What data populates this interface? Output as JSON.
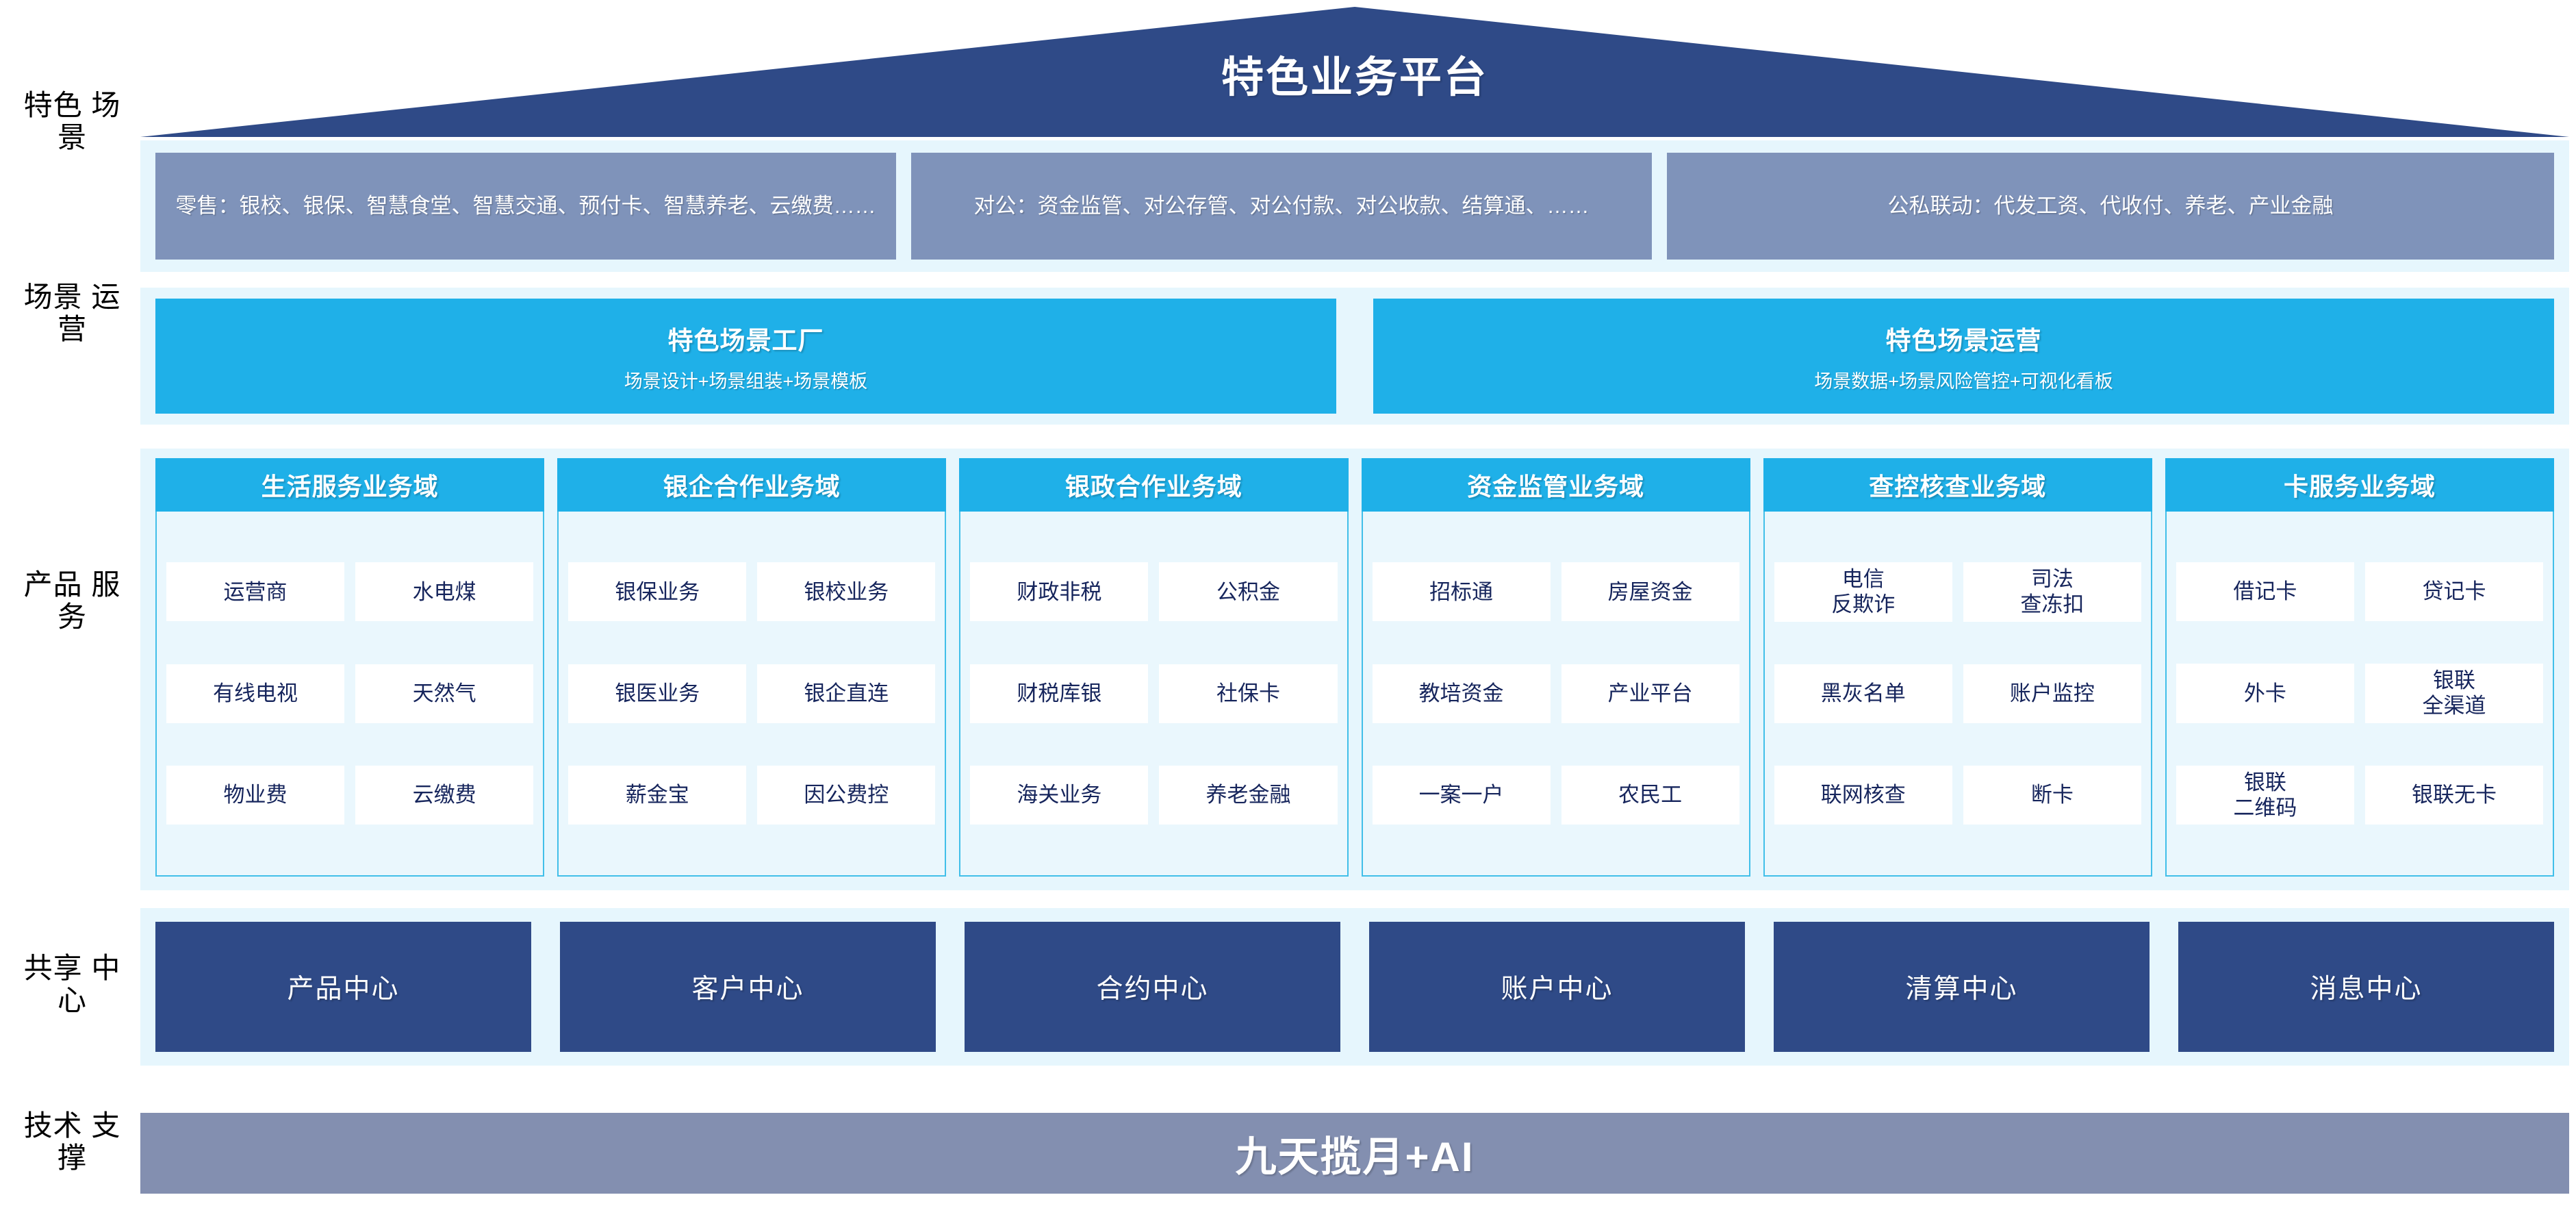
{
  "header": {
    "title": "特色业务平台"
  },
  "rail_labels": [
    {
      "key": "scenarios",
      "text": "特色\n场景"
    },
    {
      "key": "operations",
      "text": "场景\n运营"
    },
    {
      "key": "products",
      "text": "产品\n服务"
    },
    {
      "key": "shared",
      "text": "共享\n中心"
    },
    {
      "key": "technology",
      "text": "技术\n支撑"
    }
  ],
  "scenarios": {
    "boxes": [
      {
        "name": "retail",
        "text": "零售：银校、银保、智慧食堂、智慧交通、预付卡、智慧养老、云缴费……"
      },
      {
        "name": "corporate",
        "text": "对公：资金监管、对公存管、对公付款、对公收款、结算通、……"
      },
      {
        "name": "public-private",
        "text": "公私联动：代发工资、代收付、养老、产业金融"
      }
    ]
  },
  "operations": {
    "boxes": [
      {
        "name": "scenario-factory",
        "title": "特色场景工厂",
        "subtitle": "场景设计+场景组装+场景模板"
      },
      {
        "name": "scenario-operation",
        "title": "特色场景运营",
        "subtitle": "场景数据+场景风险管控+可视化看板"
      }
    ]
  },
  "products": {
    "columns": [
      {
        "name": "life-service",
        "title": "生活服务业务域",
        "rows": [
          [
            "运营商",
            "水电煤"
          ],
          [
            "有线电视",
            "天然气"
          ],
          [
            "物业费",
            "云缴费"
          ]
        ]
      },
      {
        "name": "bank-enterprise",
        "title": "银企合作业务域",
        "rows": [
          [
            "银保业务",
            "银校业务"
          ],
          [
            "银医业务",
            "银企直连"
          ],
          [
            "薪金宝",
            "因公费控"
          ]
        ]
      },
      {
        "name": "bank-government",
        "title": "银政合作业务域",
        "rows": [
          [
            "财政非税",
            "公积金"
          ],
          [
            "财税库银",
            "社保卡"
          ],
          [
            "海关业务",
            "养老金融"
          ]
        ]
      },
      {
        "name": "fund-supervision",
        "title": "资金监管业务域",
        "rows": [
          [
            "招标通",
            "房屋资金"
          ],
          [
            "教培资金",
            "产业平台"
          ],
          [
            "一案一户",
            "农民工"
          ]
        ]
      },
      {
        "name": "investigation-control",
        "title": "查控核查业务域",
        "rows": [
          [
            "电信\n反欺诈",
            "司法\n查冻扣"
          ],
          [
            "黑灰名单",
            "账户监控"
          ],
          [
            "联网核查",
            "断卡"
          ]
        ]
      },
      {
        "name": "card-service",
        "title": "卡服务业务域",
        "rows": [
          [
            "借记卡",
            "贷记卡"
          ],
          [
            "外卡",
            "银联\n全渠道"
          ],
          [
            "银联\n二维码",
            "银联无卡"
          ]
        ]
      }
    ]
  },
  "shared_centers": {
    "boxes": [
      {
        "name": "product-center",
        "label": "产品中心"
      },
      {
        "name": "customer-center",
        "label": "客户中心"
      },
      {
        "name": "contract-center",
        "label": "合约中心"
      },
      {
        "name": "account-center",
        "label": "账户中心"
      },
      {
        "name": "settlement-center",
        "label": "清算中心"
      },
      {
        "name": "message-center",
        "label": "消息中心"
      }
    ]
  },
  "technology": {
    "label": "九天揽月+AI"
  },
  "colors": {
    "deep_blue": "#2f4a87",
    "slate_blue": "#7f93ba",
    "tech_slate": "#838fb0",
    "cyan": "#1fb0e8",
    "band_bg": "#e6f6fd",
    "cell_text": "#16255c"
  }
}
